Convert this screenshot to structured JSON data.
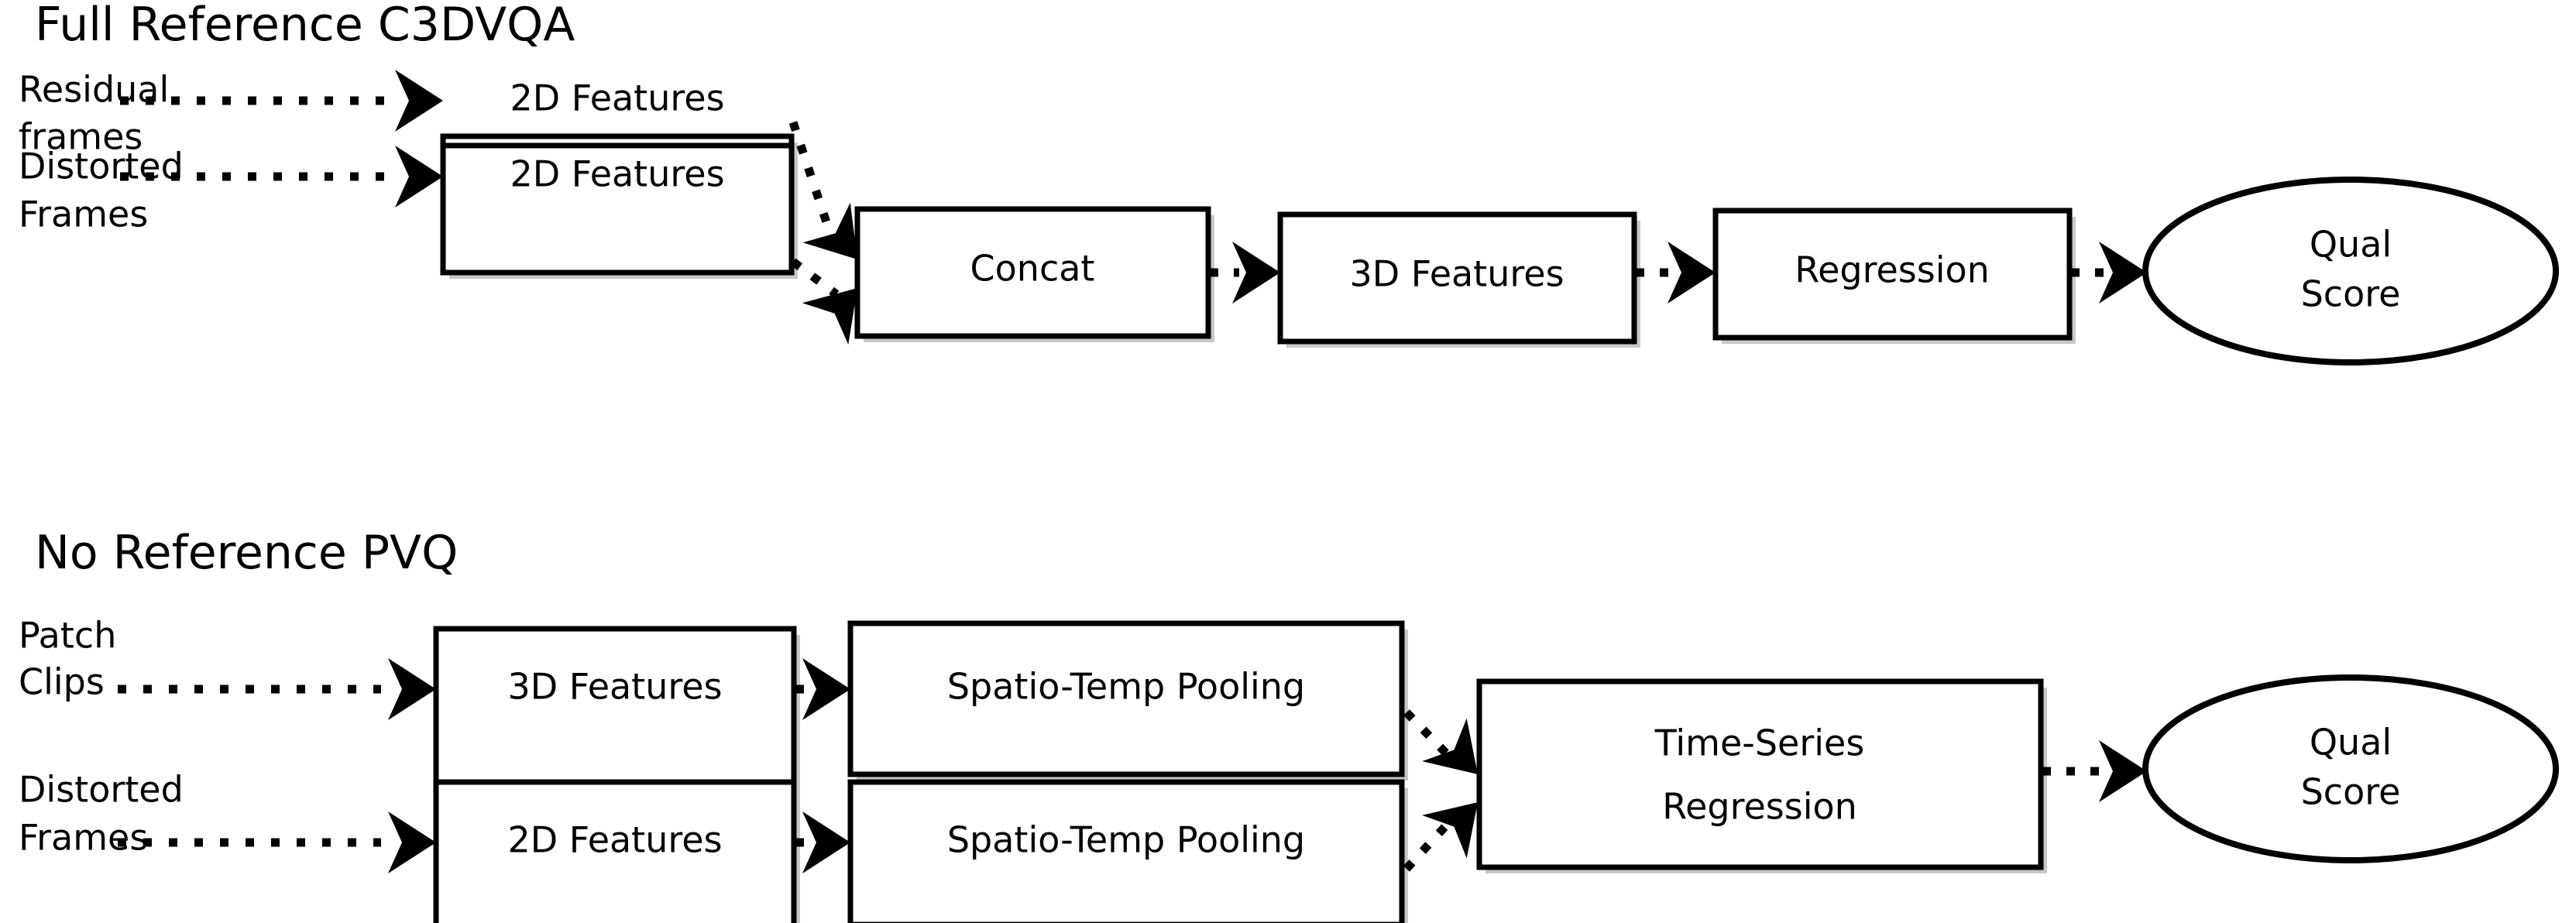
{
  "sections": [
    {
      "title": "Full Reference C3DVQA",
      "inputs": [
        {
          "line1": "Residual",
          "line2": "frames"
        },
        {
          "line1": "Distorted",
          "line2": "Frames"
        }
      ],
      "nodes": [
        {
          "label": "2D Features"
        },
        {
          "label": "2D Features"
        },
        {
          "label": "Concat"
        },
        {
          "label": "3D Features"
        },
        {
          "label": "Regression"
        }
      ],
      "output": {
        "line1": "Qual",
        "line2": "Score"
      }
    },
    {
      "title": "No Reference PVQ",
      "inputs": [
        {
          "line1": "Patch",
          "line2": "Clips"
        },
        {
          "line1": "Distorted",
          "line2": "Frames"
        }
      ],
      "nodes": [
        {
          "label": "3D Features"
        },
        {
          "label": "2D Features"
        },
        {
          "label": "Spatio-Temp Pooling"
        },
        {
          "label": "Spatio-Temp Pooling"
        },
        {
          "label": "Time-Series"
        },
        {
          "label": "Regression"
        }
      ],
      "output": {
        "line1": "Qual",
        "line2": "Score"
      }
    }
  ],
  "colors": {
    "background": "#ffffff",
    "stroke": "#000000",
    "shadow": "#c8c8c8"
  }
}
